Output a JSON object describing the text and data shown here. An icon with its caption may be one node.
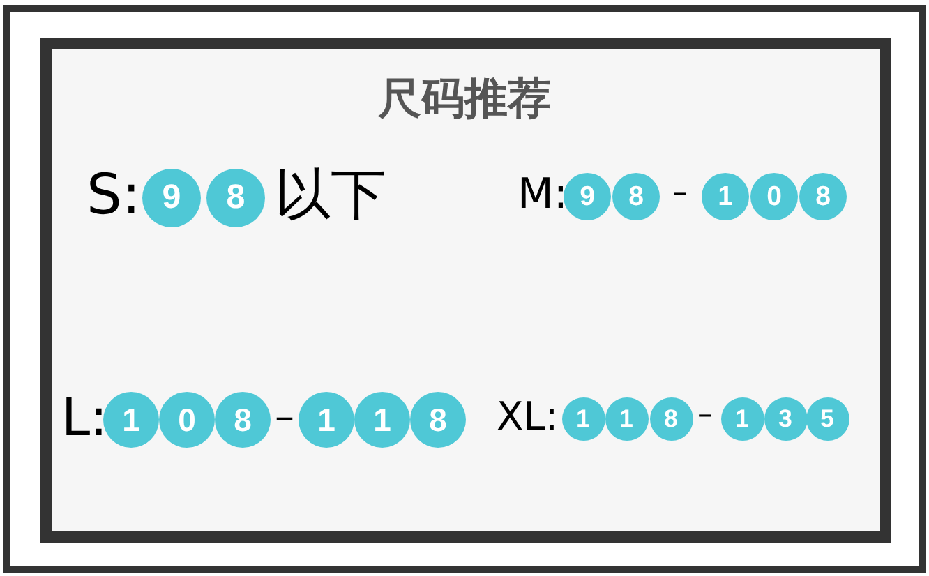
{
  "diagram": {
    "title": "尺码推荐",
    "nodes": [
      {
        "text": [
          "9"
        ]
      },
      {
        "text": [
          "8"
        ]
      },
      {
        "text": [
          "9"
        ]
      },
      {
        "text": [
          "8"
        ]
      },
      {
        "text": [
          "1"
        ]
      },
      {
        "text": [
          "0"
        ]
      },
      {
        "text": [
          "8"
        ]
      },
      {
        "text": [
          "1"
        ]
      },
      {
        "text": [
          "0"
        ]
      },
      {
        "text": [
          "8"
        ]
      },
      {
        "text": [
          "1"
        ]
      },
      {
        "text": [
          "1"
        ]
      },
      {
        "text": [
          "8"
        ]
      },
      {
        "text": [
          "1"
        ]
      },
      {
        "text": [
          "1"
        ]
      },
      {
        "text": [
          "8"
        ]
      },
      {
        "text": [
          "1"
        ]
      },
      {
        "text": [
          "3"
        ]
      },
      {
        "text": [
          "5"
        ]
      }
    ],
    "labels": [
      "S:",
      "以下",
      "M:",
      "–",
      "L:",
      "–",
      "XL:",
      "–"
    ]
  }
}
